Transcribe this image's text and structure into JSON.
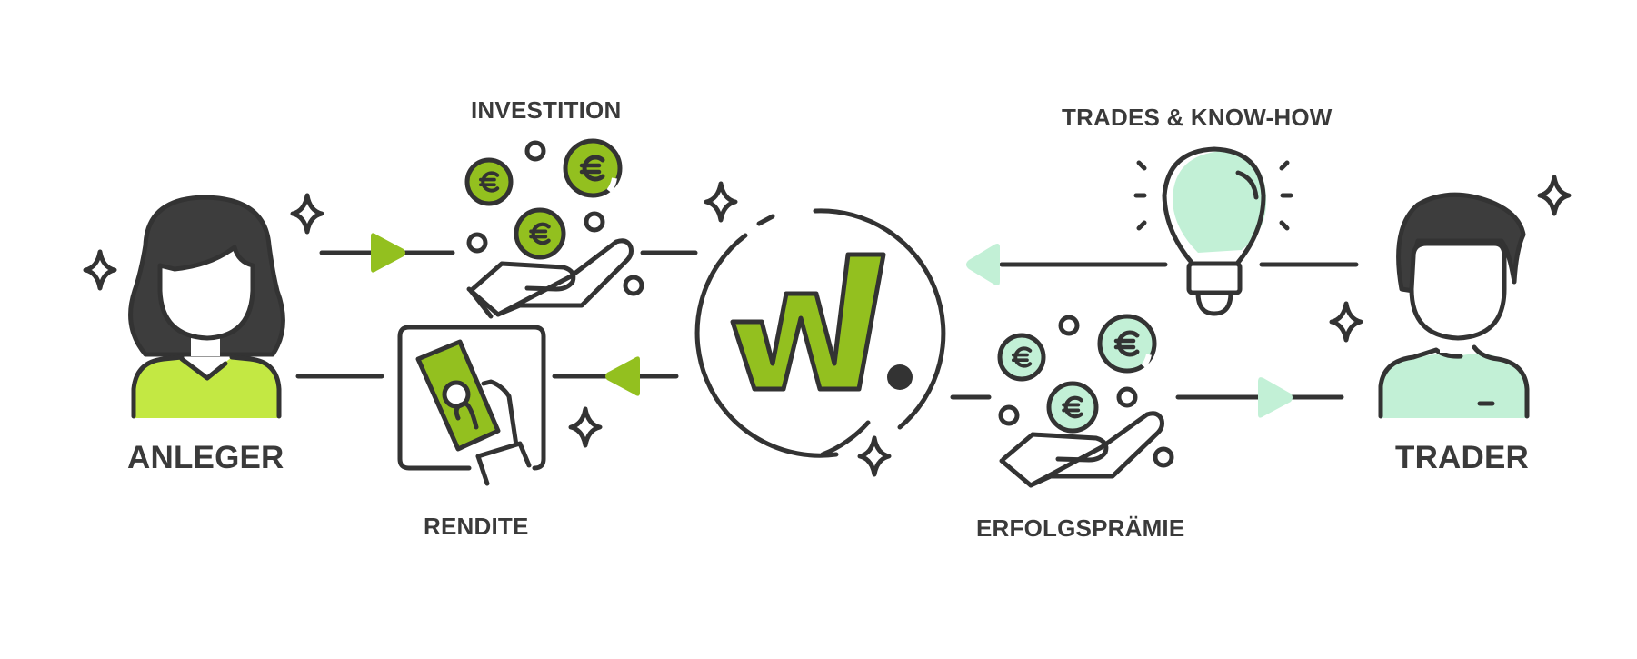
{
  "diagram": {
    "colors": {
      "stroke": "#333333",
      "lime": "#c3e843",
      "green": "#93c01f",
      "mint": "#c2f0d6",
      "text": "#3a3a3a",
      "background": "#ffffff"
    },
    "nodes": {
      "investor": {
        "label": "ANLEGER",
        "icon": "woman-avatar-icon"
      },
      "trader": {
        "label": "TRADER",
        "icon": "man-avatar-icon"
      },
      "platform": {
        "label": "",
        "icon": "w-logo-icon"
      }
    },
    "flows": [
      {
        "label": "INVESTITION",
        "icon": "hand-coins-icon",
        "from": "ANLEGER",
        "to": "platform",
        "arrow_color": "green"
      },
      {
        "label": "RENDITE",
        "icon": "hand-banknote-icon",
        "from": "platform",
        "to": "ANLEGER",
        "arrow_color": "green"
      },
      {
        "label": "TRADES & KNOW-HOW",
        "icon": "lightbulb-icon",
        "from": "TRADER",
        "to": "platform",
        "arrow_color": "mint"
      },
      {
        "label": "ERFOLGSPRÄMIE",
        "icon": "hand-coins-icon",
        "from": "platform",
        "to": "TRADER",
        "arrow_color": "mint"
      }
    ]
  }
}
